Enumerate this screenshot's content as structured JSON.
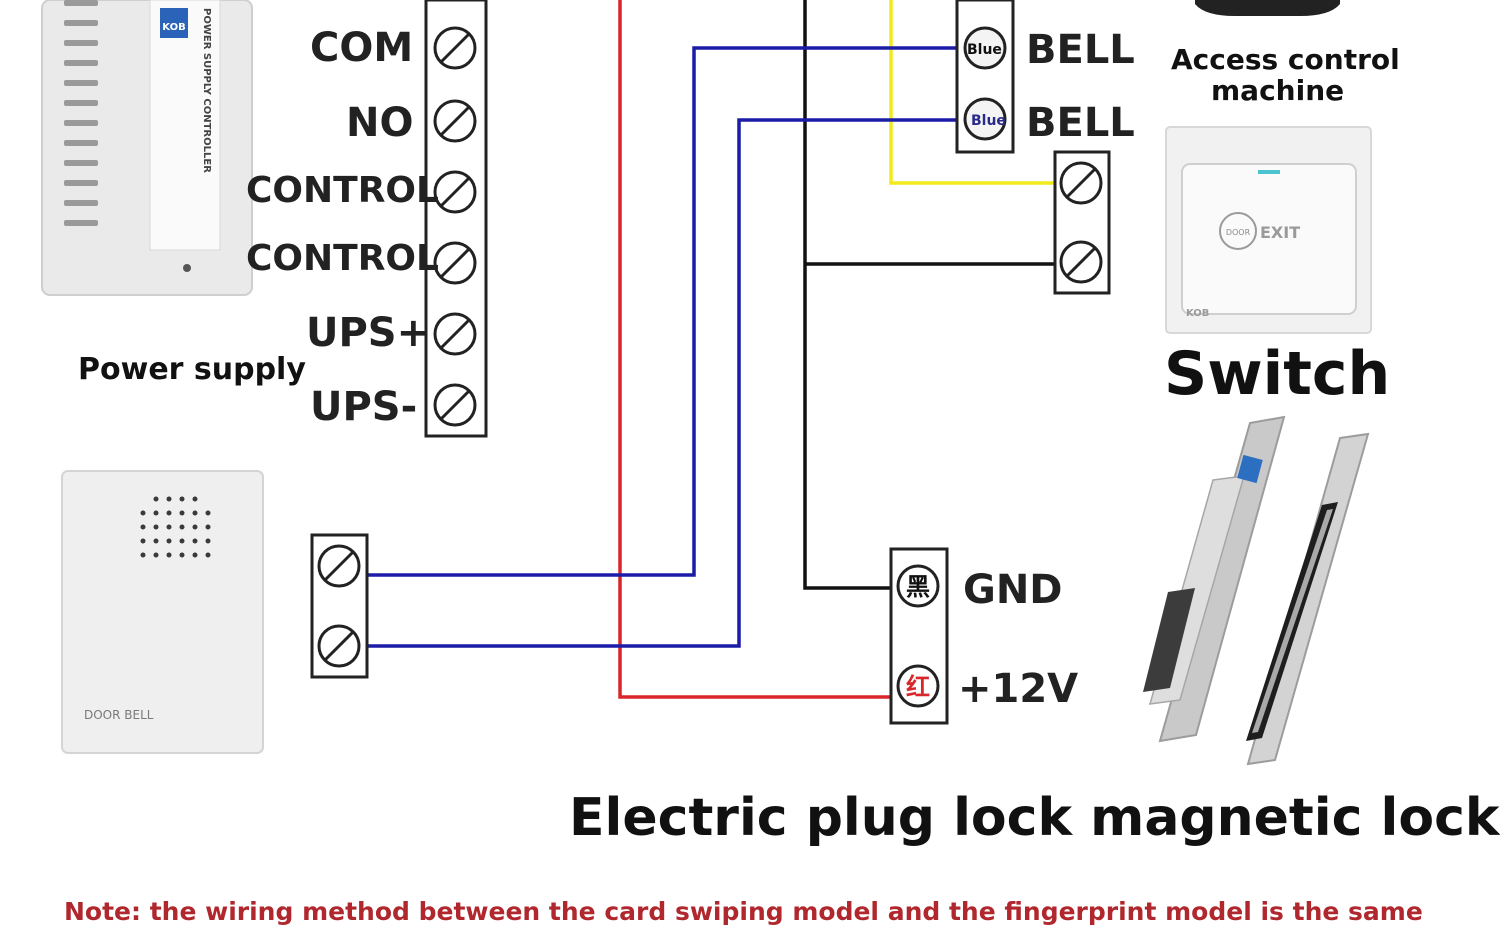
{
  "power_supply": {
    "caption": "Power supply",
    "badge": "KOB",
    "side_text": "POWER SUPPLY CONTROLLER"
  },
  "terminals": {
    "com": "COM",
    "no": "NO",
    "control_1": "CONTROL",
    "control_2": "CONTROL",
    "ups_plus": "UPS+",
    "ups_minus": "UPS-"
  },
  "access_control": {
    "caption_line1": "Access control",
    "caption_line2": "machine",
    "bell_1": "BELL",
    "bell_2": "BELL",
    "wire_tag_1": "Blue",
    "wire_tag_2": "Blue"
  },
  "switch": {
    "caption": "Switch",
    "button_text": "EXIT",
    "ring_text": "DOOR",
    "brand": "KOB"
  },
  "door_bell": {
    "device_text": "DOOR BELL"
  },
  "lock": {
    "caption": "Electric plug lock magnetic lock",
    "gnd_label": "GND",
    "v12_label": "+12V",
    "gnd_glyph": "黑",
    "v12_glyph": "红"
  },
  "note": "Note: the wiring method between the card swiping model and the fingerprint model is the same",
  "colors": {
    "wire_blue": "#1c1ca8",
    "wire_red": "#d8262a",
    "wire_yellow": "#f2ea1a",
    "wire_black": "#111111",
    "note_red": "#b0282e"
  }
}
